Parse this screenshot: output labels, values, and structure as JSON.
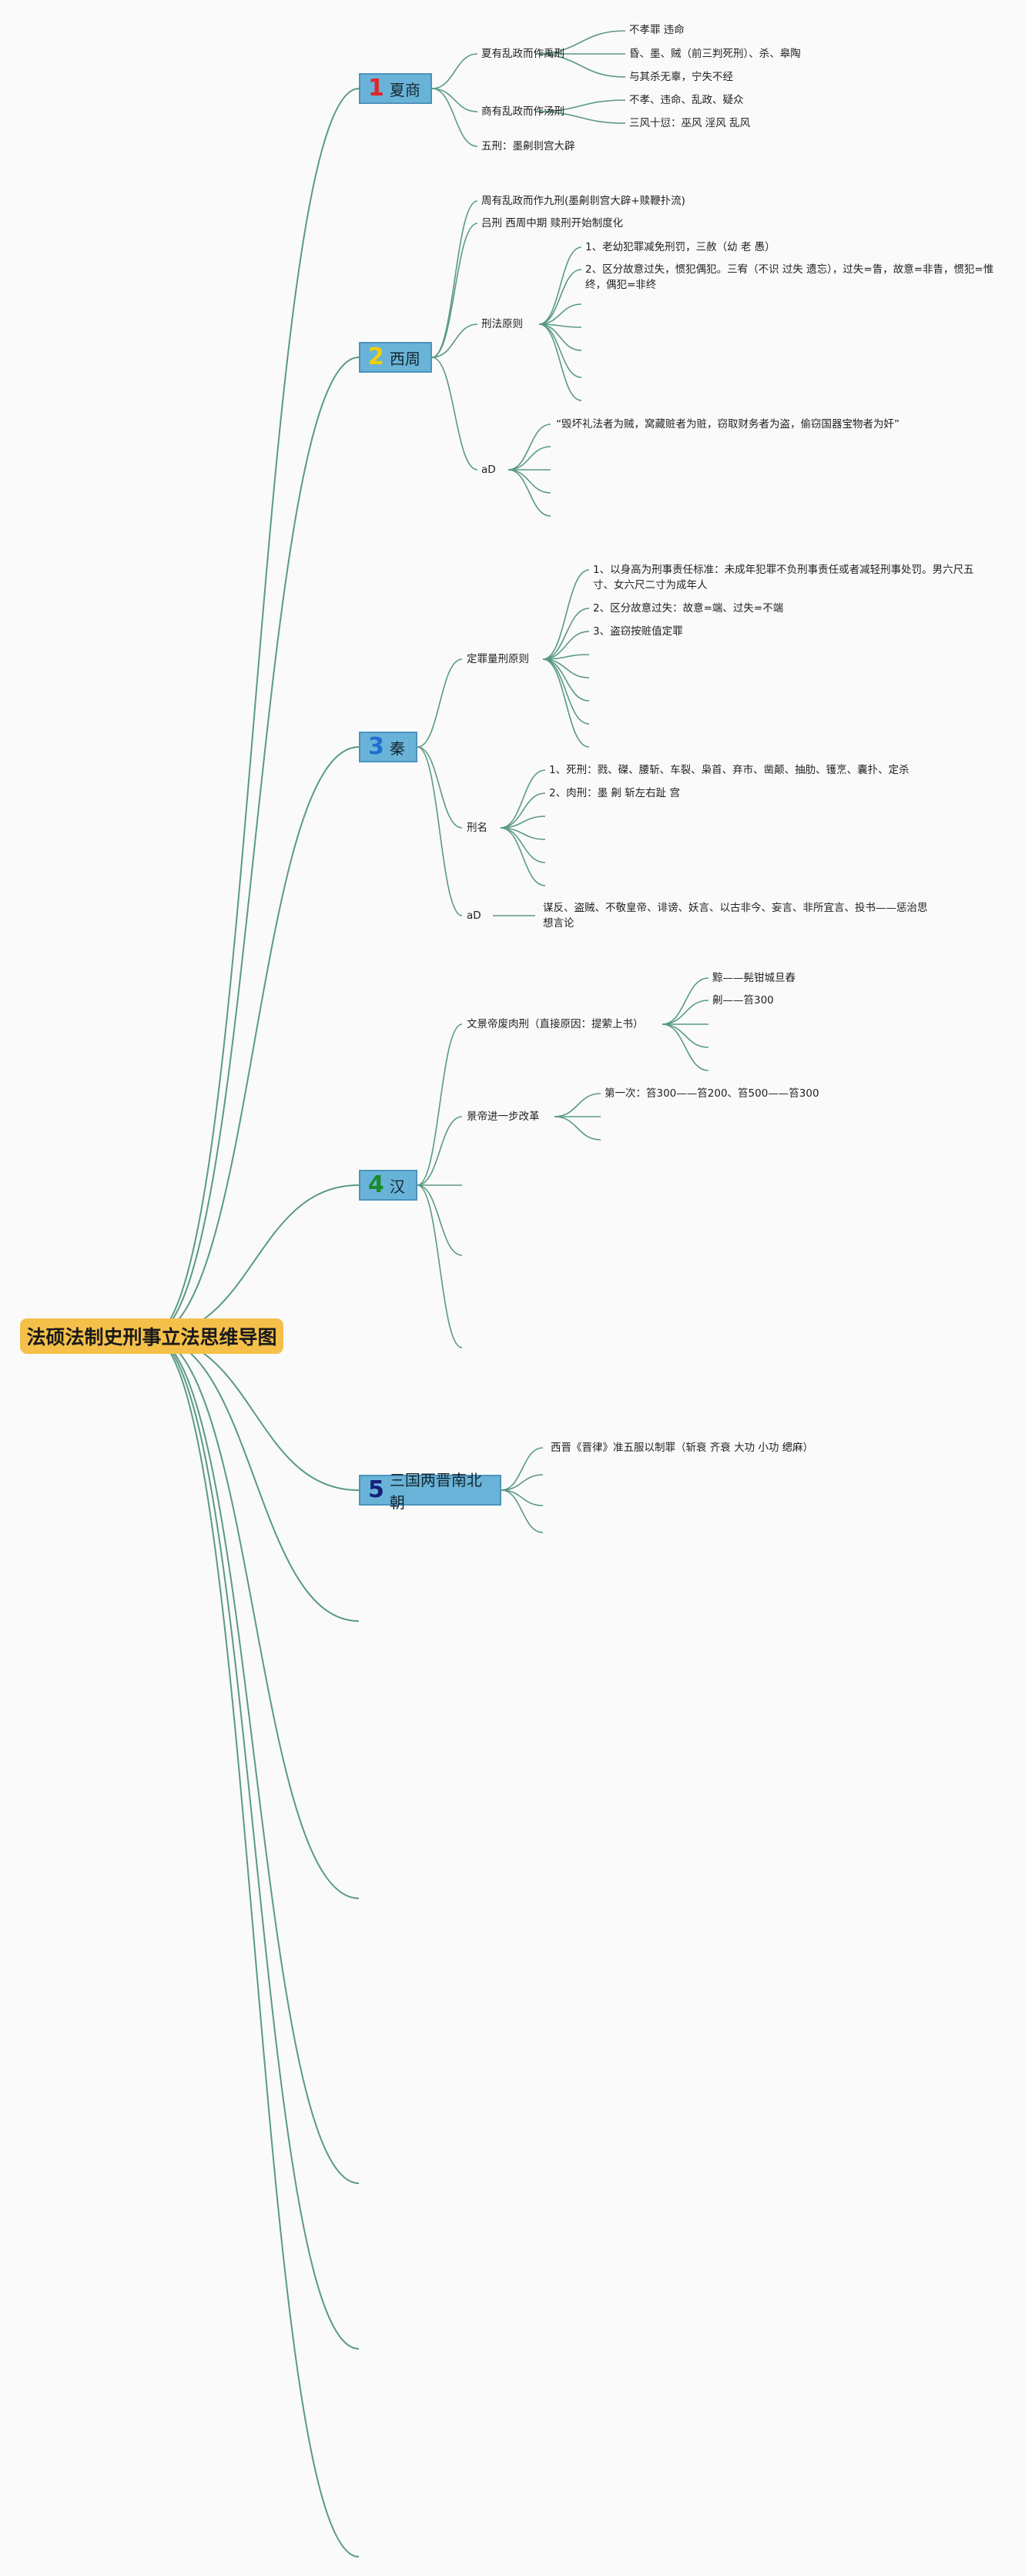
{
  "title": "法硕法制史刑事立法思维导图",
  "colors": {
    "line": "#5a9a82",
    "root_bg": "#f5c04a",
    "branch_bg": "#6ab3d8",
    "num_1": "#e2262a",
    "num_2": "#f2d000",
    "num_3": "#1f6fd1",
    "num_4": "#1a8a2a",
    "num_5": "#16207a"
  },
  "branches": {
    "b1": {
      "num": "1",
      "label": "夏商"
    },
    "b2": {
      "num": "2",
      "label": "西周"
    },
    "b3": {
      "num": "3",
      "label": "秦"
    },
    "b4": {
      "num": "4",
      "label": "汉"
    },
    "b5": {
      "num": "5",
      "label": "三国两晋南北朝"
    }
  },
  "xia": {
    "yu": "夏有乱政而作禹刑",
    "yu_1": "不孝罪 违命",
    "yu_2": "昏、墨、贼（前三判死刑）、杀、皋陶",
    "yu_3": "与其杀无辜，宁失不经",
    "tang": "商有乱政而作汤刑",
    "tang_1": "不孝、违命、乱政、疑众",
    "tang_2": "三风十愆：巫风 淫风 乱风",
    "five": "五刑：墨劓剕宫大辟"
  },
  "zhou": {
    "jiu": "周有乱政而作九刑(墨劓剕宫大辟+赎鞭扑流)",
    "lv": "吕刑 西周中期 赎刑开始制度化",
    "principle": "刑法原则",
    "p1": "1、老幼犯罪减免刑罚，三赦（幼 老 愚）",
    "p2": "2、区分故意过失，惯犯偶犯。三宥（不识 过失 遗忘），过失=眚，故意=非眚，惯犯=惟终，偶犯=非终",
    "ad": "aD",
    "ad_1": "“毁坏礼法者为贼，窝藏赃者为赃，窃取财务者为盗，偷窃国器宝物者为奸”"
  },
  "qin": {
    "dingzui": "定罪量刑原则",
    "d1": "1、以身高为刑事责任标准：未成年犯罪不负刑事责任或者减轻刑事处罚。男六尺五寸、女六尺二寸为成年人",
    "d2": "2、区分故意过失：故意=端、过失=不端",
    "d3": "3、盗窃按赃值定罪",
    "xingming": "刑名",
    "x1": "1、死刑：戮、磔、腰斩、车裂、枭首、弃市、凿颠、抽肋、镬烹、囊扑、定杀",
    "x2": "2、肉刑：墨 劓 斩左右趾 宫",
    "ad": "aD",
    "ad_1": "谋反、盗贼、不敬皇帝、诽谤、妖言、以古非今、妄言、非所宜言、投书——惩治思想言论"
  },
  "han": {
    "wenjing": "文景帝废肉刑（直接原因：提萦上书）",
    "w1": "黥——髡钳城旦舂",
    "w2": "劓——笞300",
    "jingdi": "景帝进一步改革",
    "j1": "第一次：笞300——笞200、笞500——笞300"
  },
  "sanguo": {
    "s1": "西晋《晋律》准五服以制罪（斩衰 齐衰 大功 小功 缌麻）"
  }
}
